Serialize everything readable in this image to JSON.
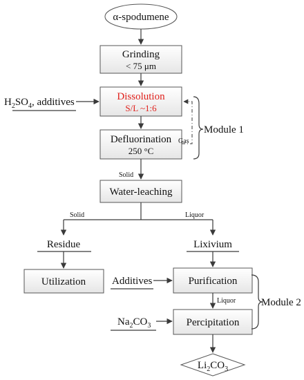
{
  "start": {
    "label": "α-spodumene"
  },
  "steps": {
    "grinding": {
      "label": "Grinding",
      "detail": "< 75 μm"
    },
    "dissolution": {
      "label": "Dissolution",
      "detail": "S/L ~1:6",
      "color": "#e0201b"
    },
    "defluorination": {
      "label": "Defluorination",
      "detail": "250 °C"
    },
    "water_leaching": {
      "label": "Water-leaching"
    },
    "utilization": {
      "label": "Utilization"
    },
    "purification": {
      "label": "Purification"
    },
    "precipitation": {
      "label": "Percipitation"
    }
  },
  "streams": {
    "residue": "Residue",
    "lixivium": "Lixivium"
  },
  "inputs": {
    "acid_h2so4": "H",
    "acid_sub": "2",
    "acid_rest": "SO",
    "acid_sub2": "4",
    "acid_tail": ", additives",
    "additives": "Additives",
    "na2co3_a": "Na",
    "na2co3_b": "2",
    "na2co3_c": "CO",
    "na2co3_d": "3"
  },
  "edge_labels": {
    "gas": "Gas",
    "solid_1": "Solid",
    "solid_2": "Solid",
    "liquor_1": "Liquor",
    "liquor_2": "Liquor"
  },
  "modules": {
    "module1": "Module 1",
    "module2": "Module 2"
  },
  "product": {
    "a": "Li",
    "b": "2",
    "c": "CO",
    "d": "3"
  }
}
